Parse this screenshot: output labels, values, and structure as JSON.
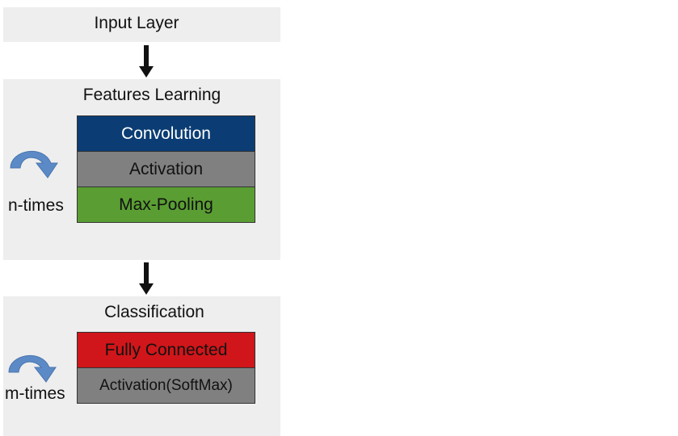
{
  "input_layer": {
    "label": "Input Layer"
  },
  "features_learning": {
    "title": "Features Learning",
    "repeat_label": "n-times",
    "layers": [
      {
        "label": "Convolution",
        "color": "#0b3d74",
        "text_color": "#ffffff"
      },
      {
        "label": "Activation",
        "color": "#808080",
        "text_color": "#111111"
      },
      {
        "label": "Max-Pooling",
        "color": "#5a9e33",
        "text_color": "#111111"
      }
    ]
  },
  "classification": {
    "title": "Classification",
    "repeat_label": "m-times",
    "layers": [
      {
        "label": "Fully Connected",
        "color": "#d0161a",
        "text_color": "#111111"
      },
      {
        "label": "Activation(SoftMax)",
        "color": "#808080",
        "text_color": "#111111"
      }
    ]
  },
  "colors": {
    "panel": "#eeeeee",
    "loop_arrow": "#5b8ac6",
    "flow_arrow": "#111111"
  }
}
